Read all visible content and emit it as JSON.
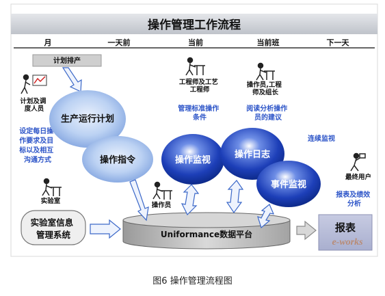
{
  "diagram": {
    "title": "操作管理工作流程",
    "timeline": [
      "月",
      "一天前",
      "当前",
      "当前班",
      "下一天"
    ],
    "planning_box": "计划排产",
    "roles": {
      "planner": [
        "计划及调",
        "度人员"
      ],
      "engineer": [
        "工程师及工艺",
        "工程师"
      ],
      "operator_lead": [
        "操作员,工程",
        "师及组长"
      ],
      "lab": "实验室",
      "operator": "操作员",
      "end_user": "最终用户"
    },
    "notes": {
      "daily_requirements": [
        "设定每日操",
        "作要求及目",
        "标以及相互",
        "沟通方式"
      ],
      "standard_conditions": [
        "管理标准操作",
        "条件"
      ],
      "read_analyze": [
        "阅读分析操作",
        "员的建议"
      ],
      "continuous_monitoring": "连续监视",
      "reports_kpi": [
        "报表及绩效",
        "分析"
      ]
    },
    "processes": {
      "production_plan": "生产运行计划",
      "operation_order": "操作指令",
      "operation_monitor": "操作监视",
      "operation_log": "操作日志",
      "event_monitor": "事件监视"
    },
    "lims": [
      "实验室信息",
      "管理系统"
    ],
    "platform": "Uniformance数据平台",
    "report": "报表",
    "watermark": "e-works",
    "colors": {
      "title_band": "#c5c8ce",
      "light_ellipse": "#b6cdf0",
      "dark_ellipse": "#1d3fb8",
      "note_text": "#2d55c8",
      "arrow_fill": "#eef3fd",
      "arrow_stroke": "#3a67c8",
      "platform_fill": "#c4c4c4",
      "report_fill": "#b7bcd6"
    }
  },
  "caption": "图6 操作管理流程图"
}
